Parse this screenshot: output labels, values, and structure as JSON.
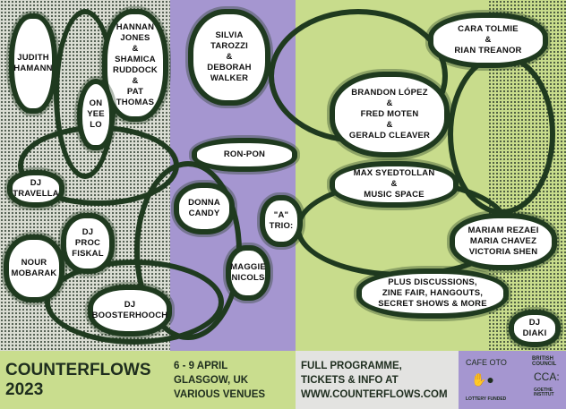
{
  "artists": [
    {
      "id": "judith-hamann",
      "label": "JUDITH\nHAMANN"
    },
    {
      "id": "hannan-jones",
      "label": "HANNAN\nJONES\n&\nSHAMICA\nRUDDOCK\n&\nPAT\nTHOMAS"
    },
    {
      "id": "on-yee-lo",
      "label": "ON\nYEE\nLO"
    },
    {
      "id": "silvia-tarozzi",
      "label": "SILVIA\nTAROZZI\n&\nDEBORAH\nWALKER"
    },
    {
      "id": "cara-tolmie",
      "label": "CARA TOLMIE\n&\nRIAN TREANOR"
    },
    {
      "id": "brandon-lopez",
      "label": "BRANDON LÓPEZ\n&\nFRED MOTEN\n&\nGERALD CLEAVER"
    },
    {
      "id": "ron-pon",
      "label": "RON-PON"
    },
    {
      "id": "max-syedtollan",
      "label": "MAX SYEDTOLLAN\n&\nMUSIC SPACE"
    },
    {
      "id": "dj-travella",
      "label": "DJ\nTRAVELLA"
    },
    {
      "id": "donna-candy",
      "label": "DONNA\nCANDY"
    },
    {
      "id": "a-trio",
      "label": "\"A\"\nTRIO:"
    },
    {
      "id": "dj-proc-fiskal",
      "label": "DJ\nPROC\nFISKAL"
    },
    {
      "id": "nour-mobarak",
      "label": "NOUR\nMOBARAK"
    },
    {
      "id": "mariam-rezaei",
      "label": "MARIAM REZAEI\nMARIA CHAVEZ\nVICTORIA SHEN"
    },
    {
      "id": "maggie-nicols",
      "label": "MAGGIE\nNICOLS"
    },
    {
      "id": "plus-discussions",
      "label": "PLUS DISCUSSIONS,\nZINE FAIR, HANGOUTS,\nSECRET SHOWS & MORE"
    },
    {
      "id": "dj-boosterhooch",
      "label": "DJ\nBOOSTERHOOCH"
    },
    {
      "id": "dj-diaki",
      "label": "DJ\nDIAKI"
    }
  ],
  "footer": {
    "title": "COUNTERFLOWS\n2023",
    "dates": "6 - 9 APRIL\nGLASGOW, UK\nVARIOUS VENUES",
    "info": "FULL PROGRAMME,\nTICKETS & INFO AT\nWWW.COUNTERFLOWS.COM",
    "sponsors": {
      "cafe_oto": "CAFE OTO",
      "british_council": "BRITISH\nCOUNCIL",
      "cca": "CCA:",
      "lottery": "LOTTERY FUNDED",
      "goethe": "GOETHE\nINSTITUT"
    }
  },
  "colors": {
    "outline": "#1f3a1f",
    "purple": "#a596d0",
    "green": "#c8dc8c",
    "grey": "#d9dcd2"
  }
}
